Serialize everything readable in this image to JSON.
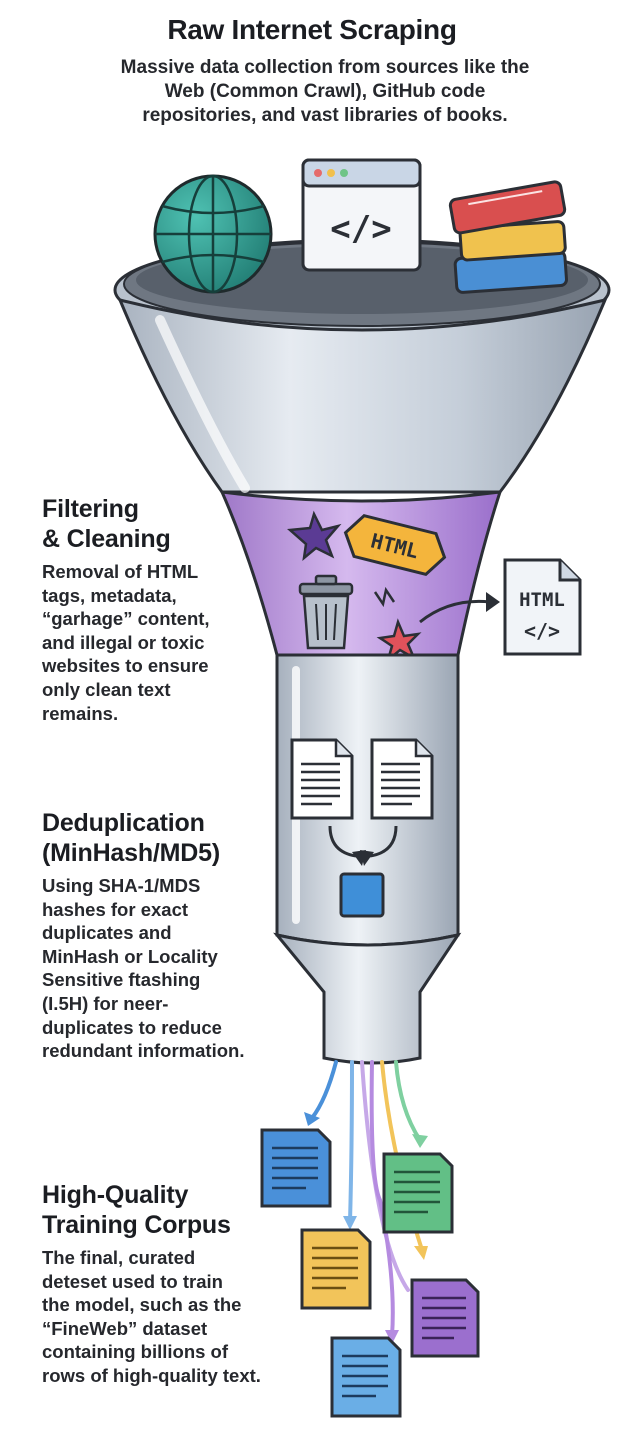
{
  "header": {
    "title": "Raw Internet Scraping",
    "description": "Massive data collection from sources like the Web (Common Crawl), GitHub code repositories, and vast libraries of books."
  },
  "stages": [
    {
      "title_lines": [
        "Filtering",
        "& Cleaning"
      ],
      "description": "Removal of HTML\ntags, metadata,\n“garhage” content,\nand illegal or toxic\nwebsites to ensure\nonly clean text\nremains."
    },
    {
      "title_lines": [
        "Deduplication",
        "(MinHash/MD5)"
      ],
      "description": "Using SHA-1/MDS\nhashes for exact\nduplicates and\nMinHash or Locality\nSensitive ftashing\n(I.5H) for neer-\nduplicates to reduce\nredundant information."
    },
    {
      "title_lines": [
        "High-Quality",
        "Training Corpus"
      ],
      "description": "The final, curated\ndeteset used to train\nthe model, such as the\n“FineWeb” dataset\ncontaining billions of\nrows of high-quality text."
    }
  ],
  "icons": {
    "code_symbol": "</>",
    "html_tag": "HTML",
    "html_file_label": "HTML",
    "html_file_symbol": "</>"
  },
  "colors": {
    "funnel_body": "#c9d2dc",
    "filter_band": "#b690d8",
    "globe": "#2f9a8f",
    "dedup_square": "#3f8fd8",
    "doc_blue": "#4a90d9",
    "doc_green": "#62bf86",
    "doc_yellow": "#f2c45a",
    "doc_purple": "#9b6fce"
  }
}
